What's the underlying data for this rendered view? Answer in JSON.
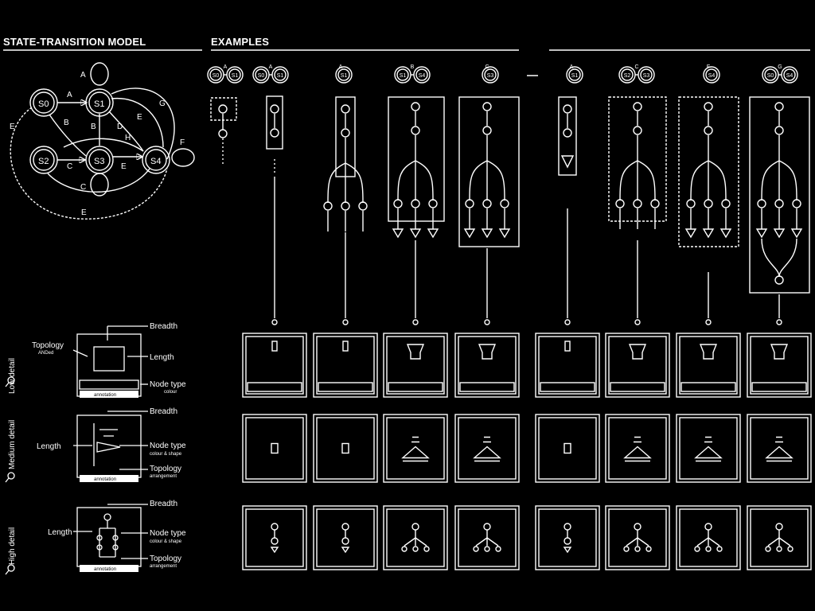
{
  "headings": {
    "left": "STATE-TRANSITION MODEL",
    "right": "EXAMPLES"
  },
  "state_model": {
    "states": [
      "S0",
      "S1",
      "S2",
      "S3",
      "S4"
    ],
    "edge_labels": [
      "A",
      "A",
      "B",
      "B",
      "C",
      "C",
      "D",
      "E",
      "E",
      "E",
      "F",
      "G",
      "H",
      "E"
    ]
  },
  "detail_levels": [
    {
      "name": "Low detail",
      "icon": "zoom-icon",
      "annotations": {
        "breadth": "Breadth",
        "length": "Length",
        "topology": "Topology",
        "topology_sub": "ANDed",
        "node_type": "Node type",
        "node_type_sub": "colour",
        "caption": "annotation"
      }
    },
    {
      "name": "Medium detail",
      "icon": "zoom-icon",
      "annotations": {
        "breadth": "Breadth",
        "length": "Length",
        "node_type": "Node type",
        "node_type_sub": "colour & shape",
        "topology": "Topology",
        "topology_sub": "arrangement",
        "caption": "annotation"
      }
    },
    {
      "name": "High detail",
      "icon": "zoom-icon",
      "annotations": {
        "breadth": "Breadth",
        "length": "Length",
        "node_type": "Node type",
        "node_type_sub": "colour & shape",
        "topology": "Topology",
        "topology_sub": "arrangement",
        "caption": "annotation"
      }
    }
  ],
  "examples": [
    {
      "header": [
        "S0",
        "S1"
      ],
      "edge": "A",
      "kind": "chain"
    },
    {
      "header": [
        "S0",
        "S1"
      ],
      "edge": "A",
      "kind": "chain-box"
    },
    {
      "header": [
        "S1"
      ],
      "edge": "A",
      "kind": "branch-open"
    },
    {
      "header": [
        "S1",
        "S4"
      ],
      "edge": "B",
      "kind": "branch-box"
    },
    {
      "header": [
        "S3"
      ],
      "edge": "C",
      "kind": "branch-box-tall"
    },
    {
      "header": [
        "S1"
      ],
      "edge": "A",
      "kind": "chain-arrow"
    },
    {
      "header": [
        "S2",
        "S3"
      ],
      "edge": "C",
      "kind": "branch-dashed"
    },
    {
      "header": [
        "S4"
      ],
      "edge": "F",
      "kind": "branch-dashed-tall"
    },
    {
      "header": [
        "S0",
        "S4"
      ],
      "edge": "G",
      "kind": "loop-box"
    }
  ]
}
